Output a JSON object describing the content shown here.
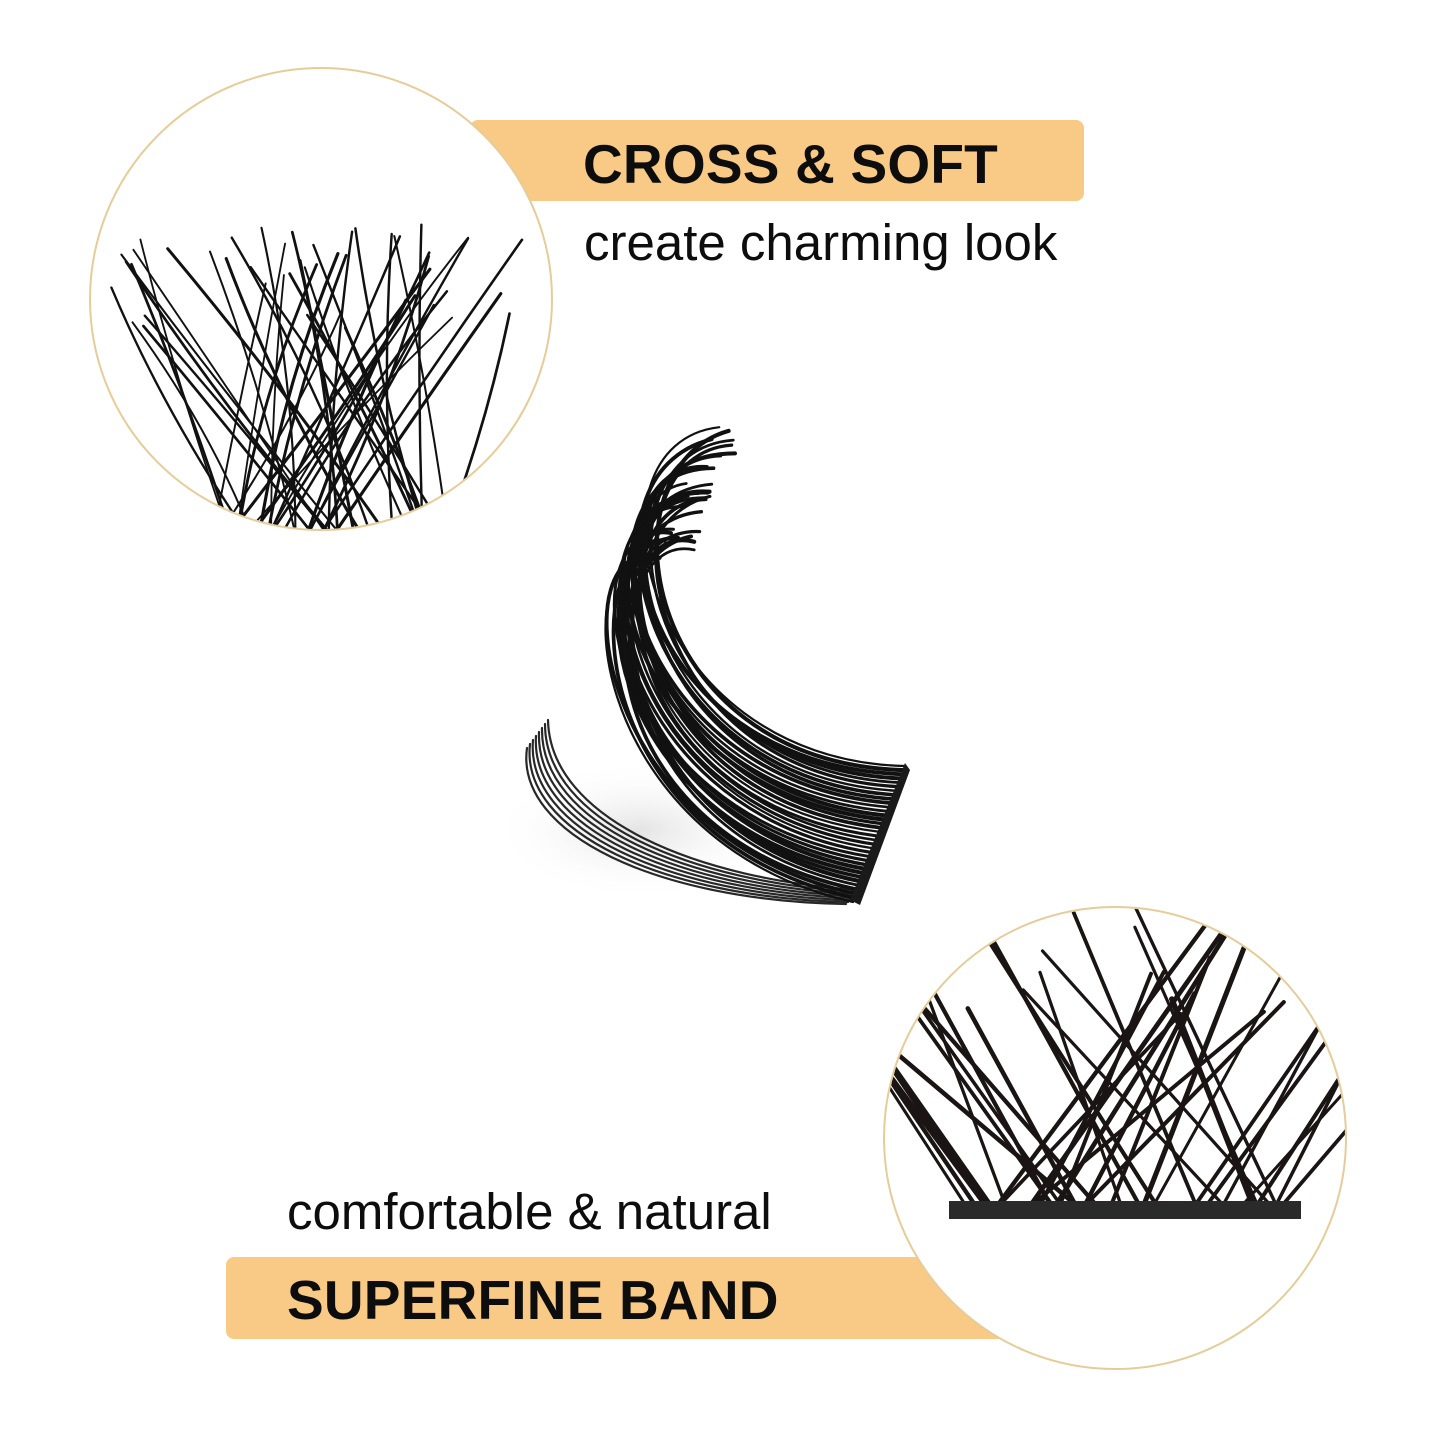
{
  "feature_top": {
    "heading": "CROSS & SOFT",
    "subheading": "create charming look",
    "image": "crossed-lash-fibers-closeup"
  },
  "feature_bottom": {
    "subheading": "comfortable & natural",
    "heading": "SUPERFINE BAND",
    "image": "superfine-lash-band-closeup"
  },
  "center_image": "curled-lash-cluster",
  "colors": {
    "banner": "#f8ca86",
    "circle_border": "#e6cc98",
    "text": "#0d0d0d",
    "lash": "#111111",
    "background": "#ffffff"
  }
}
